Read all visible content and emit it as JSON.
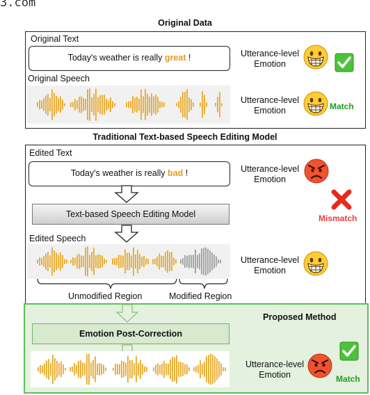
{
  "header": {
    "url_fragment": "3.com"
  },
  "original": {
    "title": "Original Data",
    "text_label": "Original Text",
    "sentence_prefix": "Today's weather is really ",
    "sentence_word": "great",
    "sentence_suffix": " !",
    "speech_label": "Original Speech",
    "emotion_label_line1": "Utterance-level",
    "emotion_label_line2": "Emotion",
    "emotion_text_icon": "grinning-face",
    "emotion_speech_icon": "grinning-face",
    "check_icon": "green-check",
    "match_label": "Match"
  },
  "traditional": {
    "title": "Traditional Text-based Speech Editing Model",
    "edited_text_label": "Edited Text",
    "sentence_prefix": "Today's weather is really ",
    "sentence_word": "bad",
    "sentence_suffix": " !",
    "model_label": "Text-based Speech Editing Model",
    "edited_speech_label": "Edited Speech",
    "unmodified_label": "Unmodified Region",
    "modified_label": "Modified Region",
    "emotion_label_line1": "Utterance-level",
    "emotion_label_line2": "Emotion",
    "emotion_text_icon": "angry-face",
    "emotion_speech_icon": "grinning-face",
    "cross_icon": "red-cross",
    "mismatch_label": "Mismatch"
  },
  "proposed": {
    "title": "Proposed Method",
    "epc_label": "Emotion Post-Correction",
    "emotion_label_line1": "Utterance-level",
    "emotion_label_line2": "Emotion",
    "emotion_icon": "angry-face",
    "check_icon": "green-check",
    "match_label": "Match"
  },
  "colors": {
    "waveform": "#e8a829",
    "modified_waveform": "#9c9c9c",
    "match_green": "#1aa01a",
    "mismatch_red": "#e8403a",
    "highlight_orange": "#e89a1a",
    "proposed_bg": "#e4f1de",
    "proposed_border": "#58c158"
  }
}
